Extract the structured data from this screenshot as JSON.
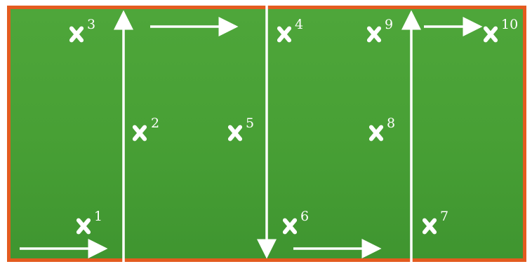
{
  "field": {
    "border_color": "#e35b1f",
    "grass_color": "#48a035"
  },
  "markers": [
    {
      "id": "1",
      "label": "1"
    },
    {
      "id": "2",
      "label": "2"
    },
    {
      "id": "3",
      "label": "3"
    },
    {
      "id": "4",
      "label": "4"
    },
    {
      "id": "5",
      "label": "5"
    },
    {
      "id": "6",
      "label": "6"
    },
    {
      "id": "7",
      "label": "7"
    },
    {
      "id": "8",
      "label": "8"
    },
    {
      "id": "9",
      "label": "9"
    },
    {
      "id": "10",
      "label": "10"
    }
  ]
}
